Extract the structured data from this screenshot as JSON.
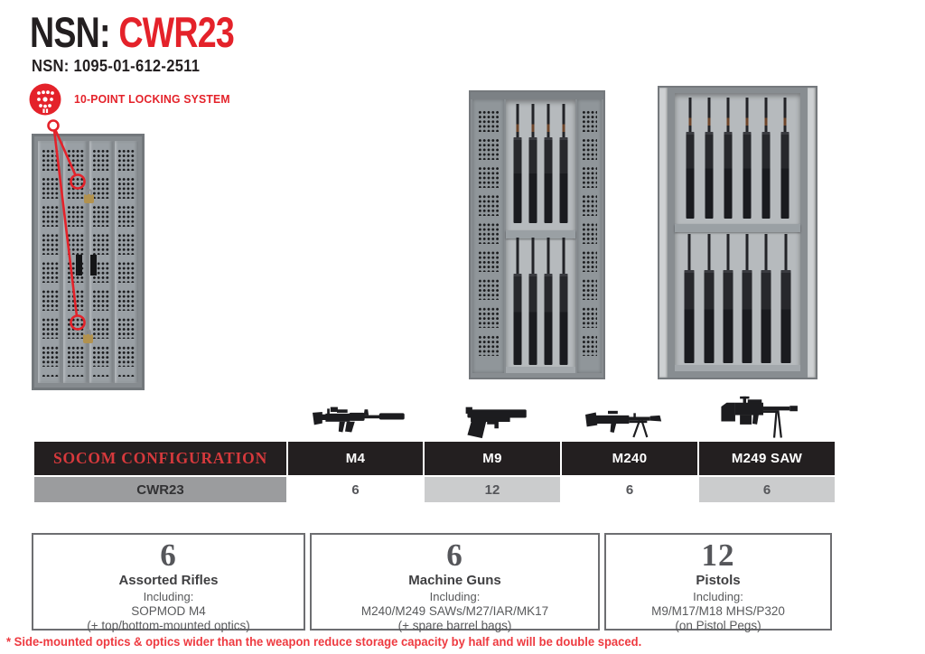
{
  "page": {
    "title_prefix": "NSN:",
    "title_model": "CWR23",
    "nsn_line": "NSN: 1095-01-612-2511",
    "locking_feature": "10-POINT LOCKING SYSTEM",
    "footnote": "* Side-mounted optics & optics wider than the weapon reduce storage capacity by half and will be double spaced."
  },
  "table": {
    "header": [
      "SOCOM CONFIGURATION",
      "M4",
      "M9",
      "M240",
      "M249 SAW"
    ],
    "rows": [
      {
        "label": "CWR23",
        "values": [
          "6",
          "12",
          "6",
          "6"
        ]
      }
    ]
  },
  "capacity_boxes": [
    {
      "count": "6",
      "category": "Assorted Rifles",
      "including_label": "Including:",
      "items": "SOPMOD M4",
      "note": "(+ top/bottom-mounted optics)"
    },
    {
      "count": "6",
      "category": "Machine Guns",
      "including_label": "Including:",
      "items": "M240/M249 SAWs/M27/IAR/MK17",
      "note": "(+ spare barrel bags)"
    },
    {
      "count": "12",
      "category": "Pistols",
      "including_label": "Including:",
      "items": "M9/M17/M18 MHS/P320",
      "note": "(on Pistol Pegs)"
    }
  ],
  "icons": {
    "lock_badge": "10-point-lock-dial",
    "weapon_silhouettes": [
      "m4-carbine",
      "m9-pistol",
      "m240-machine-gun",
      "m249-saw"
    ]
  },
  "colors": {
    "accent_red": "#e4222a",
    "header_black": "#231f20",
    "row_label_gray": "#9b9c9e",
    "cell_alt_gray": "#cbcccd",
    "text_gray": "#58595b",
    "cabinet_gray": "#9aa0a5"
  }
}
